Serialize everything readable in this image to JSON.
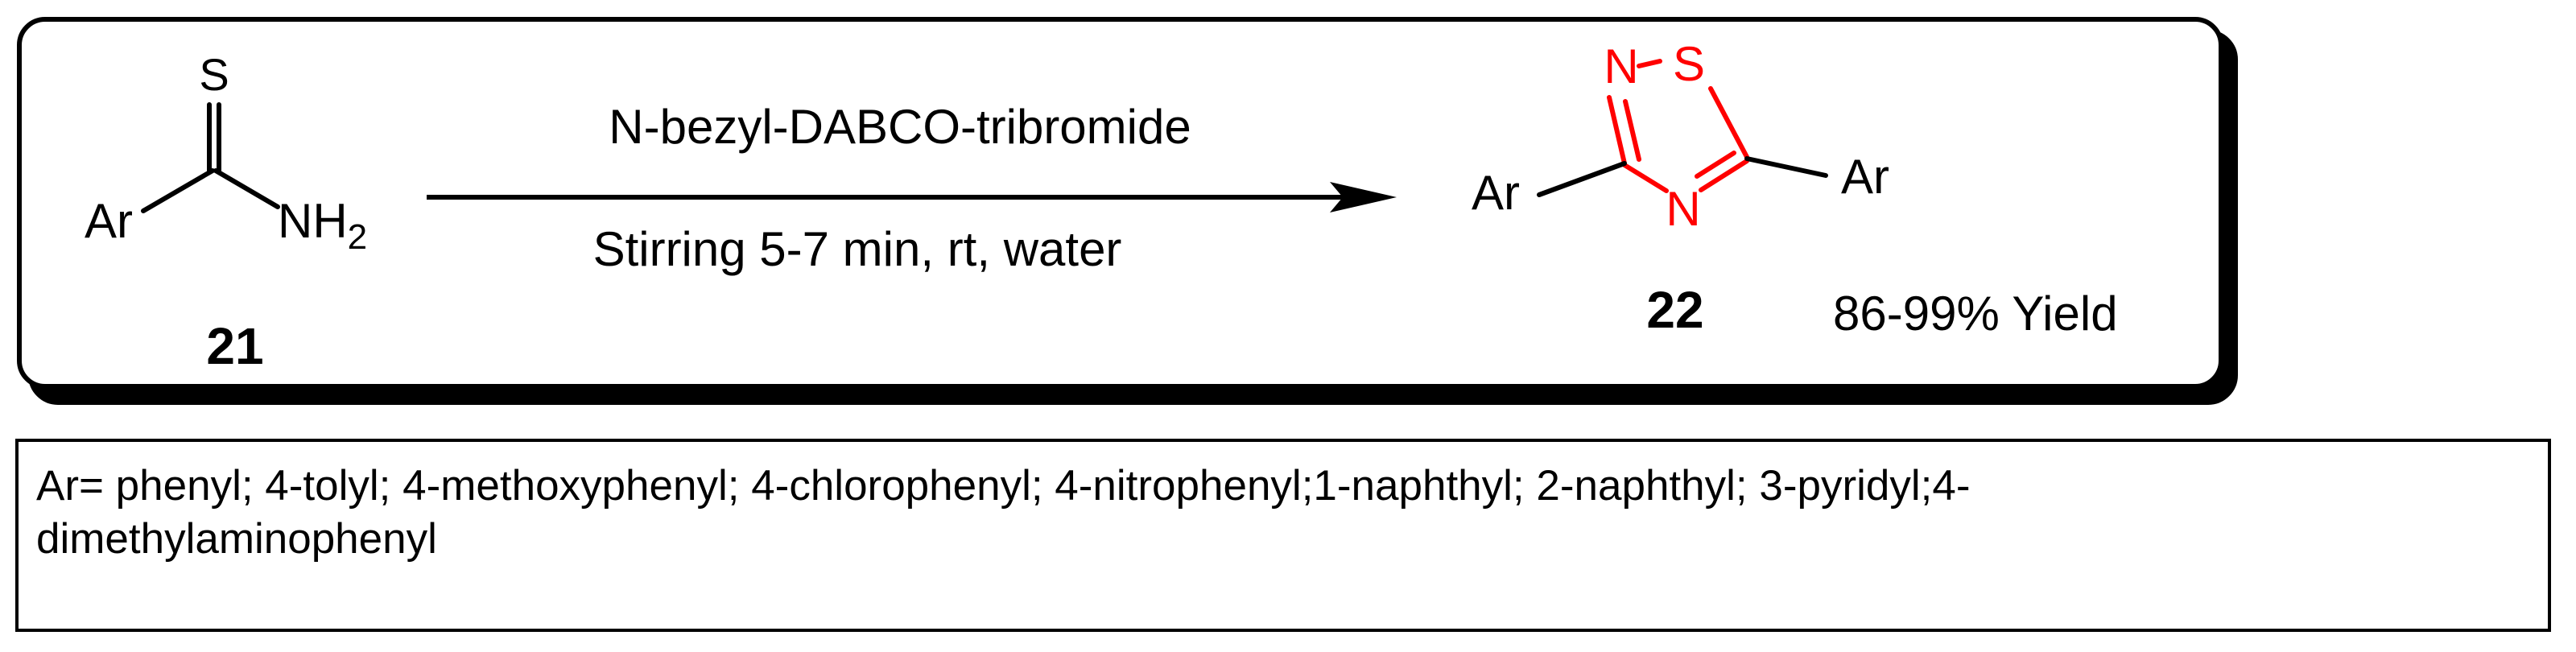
{
  "reactant": {
    "label": "21",
    "aryl": "Ar",
    "thione_atom": "S",
    "amine_base": "NH",
    "amine_subscript": "2"
  },
  "conditions": {
    "reagent": "N-bezyl-DABCO-tribromide",
    "details": "Stirring 5-7 min, rt, water"
  },
  "product": {
    "label": "22",
    "aryl_left": "Ar",
    "aryl_right": "Ar",
    "ring_atoms": {
      "n_top": "N",
      "s_top": "S",
      "n_bottom": "N"
    },
    "ring_color": "#ff0000",
    "yield": "86-99% Yield"
  },
  "substituents": {
    "line1": "Ar= phenyl; 4-tolyl; 4-methoxyphenyl; 4-chlorophenyl; 4-nitrophenyl;1-naphthyl; 2-naphthyl; 3-pyridyl;4-",
    "line2": "dimethylaminophenyl"
  }
}
